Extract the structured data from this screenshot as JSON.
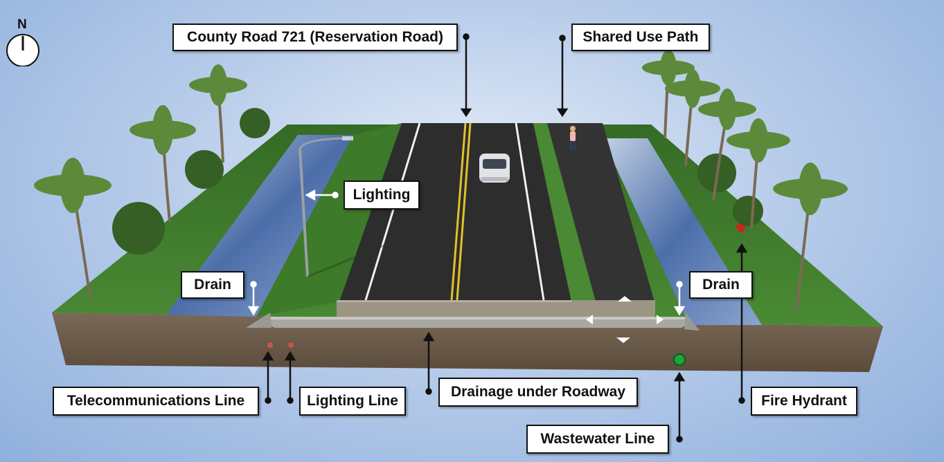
{
  "compass": {
    "letter": "N"
  },
  "labels": {
    "county_road": "County Road 721 (Reservation Road)",
    "shared_use_path": "Shared Use Path",
    "lighting": "Lighting",
    "drain_left": "Drain",
    "drain_right": "Drain",
    "telecommunications_line": "Telecommunications Line",
    "lighting_line": "Lighting Line",
    "drainage_under_roadway": "Drainage under Roadway",
    "fire_hydrant": "Fire Hydrant",
    "wastewater_line": "Wastewater Line"
  },
  "colors": {
    "grass": "#3f7a2c",
    "asphalt": "#2b2b2b",
    "soil": "#6b5a48",
    "water": "#4a6aa8",
    "lane_yellow": "#e2c12a",
    "hydrant_red": "#d62020",
    "wastewater_green": "#1aa63a"
  }
}
